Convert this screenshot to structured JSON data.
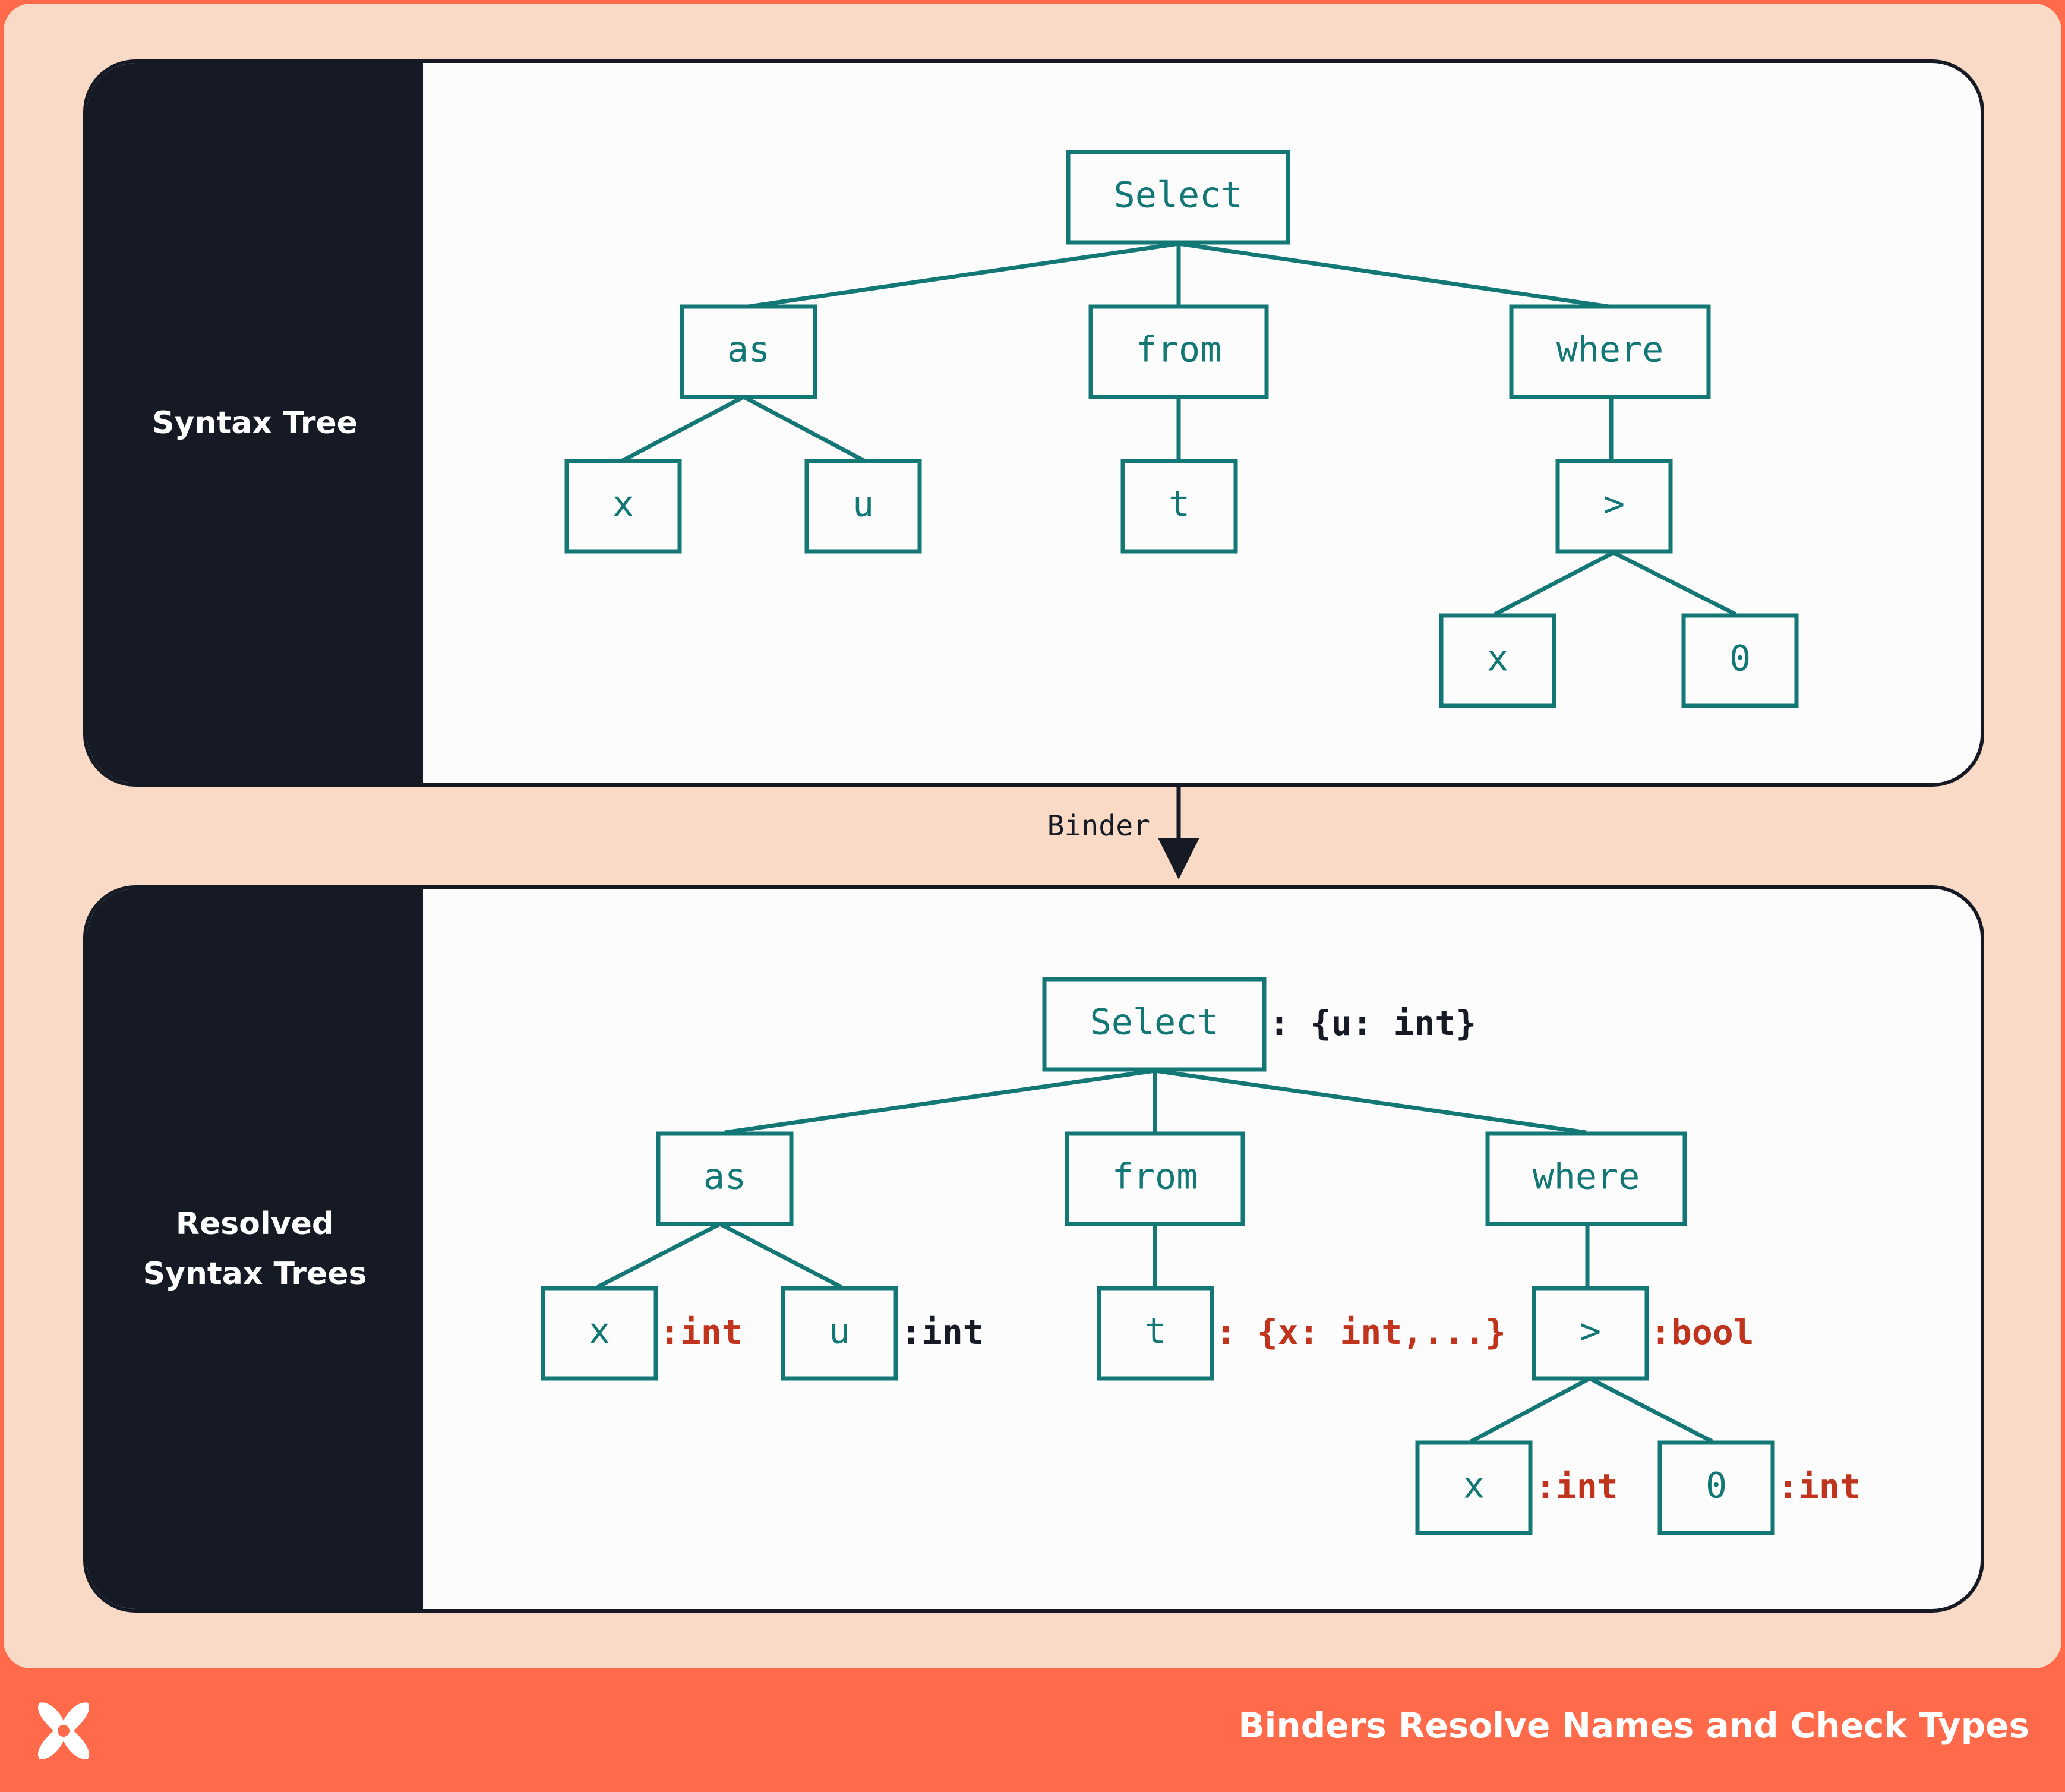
{
  "panels": [
    {
      "label_lines": [
        "Syntax Tree"
      ]
    },
    {
      "label_lines": [
        "Resolved",
        "Syntax Trees"
      ]
    }
  ],
  "connector": {
    "label": "Binder"
  },
  "tree1": {
    "nodes": [
      "Select",
      "as",
      "from",
      "where",
      "x",
      "u",
      "t",
      ">",
      "x",
      "0"
    ]
  },
  "tree2": {
    "nodes": [
      "Select",
      "as",
      "from",
      "where",
      "x",
      "u",
      "t",
      ">",
      "x",
      "0"
    ],
    "annotations": [
      ": {u: int}",
      ":int",
      ":int",
      ": {x: int,...}",
      ":bool",
      ":int",
      ":int"
    ]
  },
  "footer": {
    "title": "Binders Resolve Names and Check Types"
  },
  "colors": {
    "background": "#ff6b4a",
    "frame": "#f9dac6",
    "panel_side": "#151a25",
    "node": "#137775",
    "type_ok": "#151a25",
    "type_new": "#c0341d"
  },
  "icons": {
    "logo": "x-logo-icon"
  }
}
